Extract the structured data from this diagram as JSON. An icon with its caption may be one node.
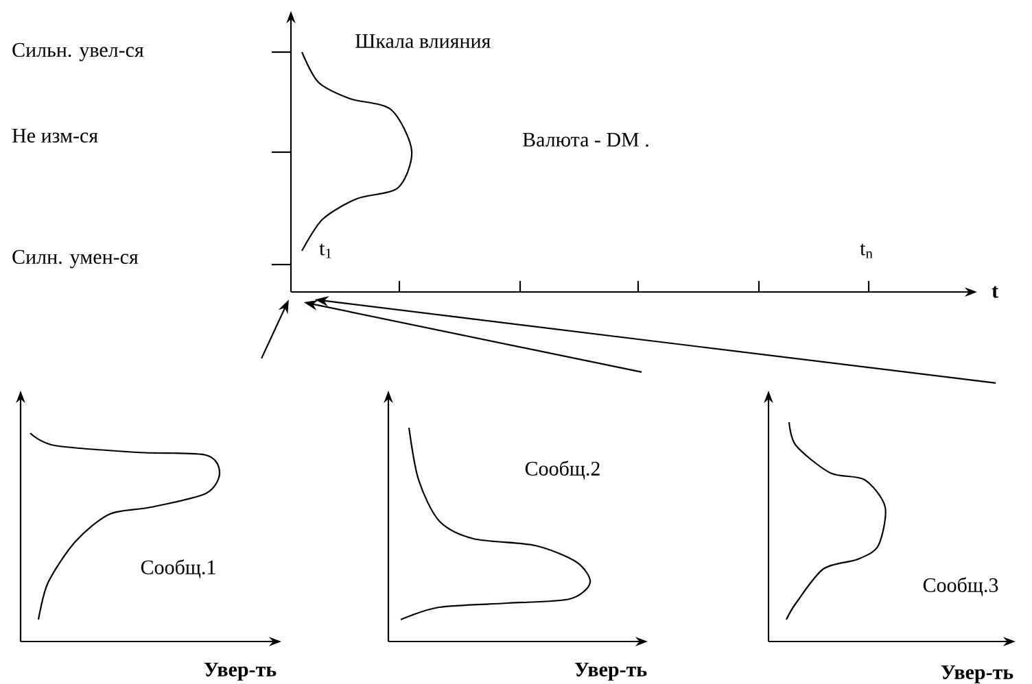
{
  "diagram": {
    "nodes": [
      {
        "text": [],
        "shape": "picture"
      },
      {
        "text": [
          "Сообщ.1"
        ],
        "beside": [
          "Увер-ть"
        ]
      },
      {
        "text": [
          "Сообщ.2"
        ],
        "beside": [
          "Увер-ть"
        ]
      },
      {
        "text": [
          "Сообщ.3"
        ],
        "beside": [
          "Увер-ть"
        ]
      }
    ],
    "edges": [
      {
        "from": 1,
        "to": 0,
        "arrow": "to"
      },
      {
        "from": 2,
        "to": 0,
        "arrow": "to"
      },
      {
        "from": 3,
        "to": 0,
        "arrow": "to"
      }
    ],
    "labels": [
      "Сильн. увел-ся",
      "Шкала влияния",
      "Не изм-ся",
      "Валюта - DM .",
      "Силн. умен-ся",
      "t$_{1}$",
      "t$_{n}$",
      "t"
    ]
  }
}
